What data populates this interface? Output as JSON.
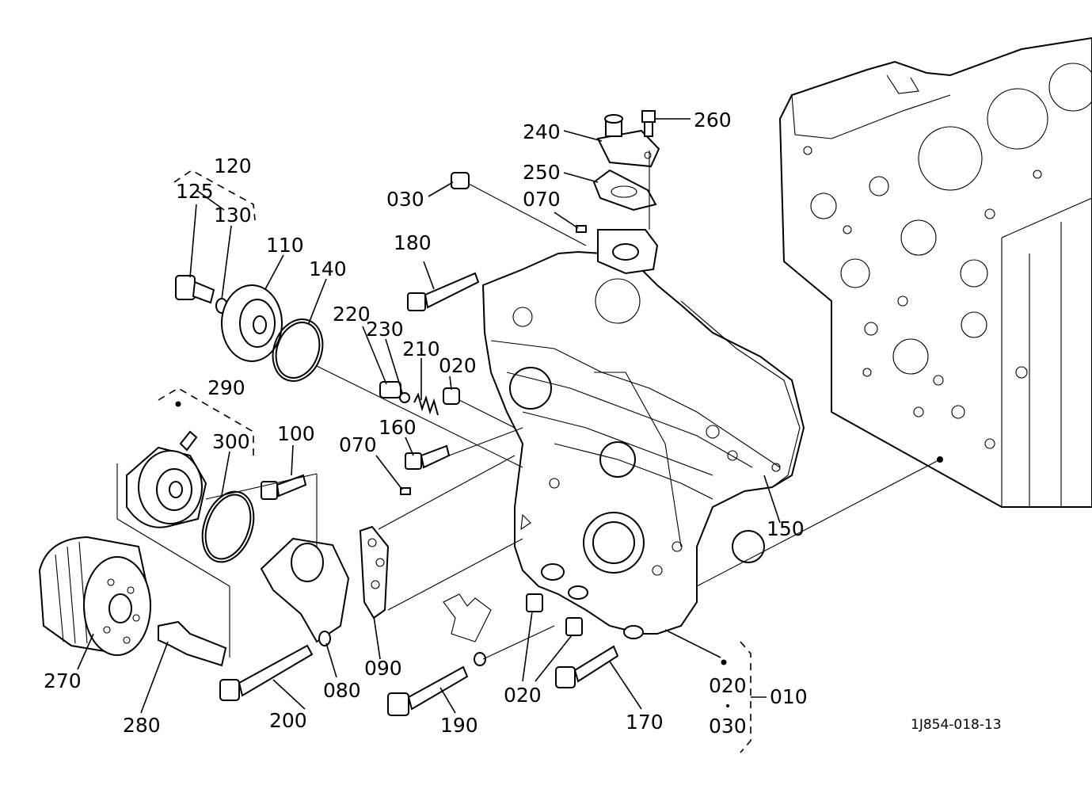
{
  "diagram": {
    "reference_code": "1J854-018-13",
    "labels": {
      "p010": "010",
      "p020_a": "020",
      "p020_b": "020",
      "p020_c": "020",
      "p030_a": "030",
      "p030_b": "030",
      "p070_a": "070",
      "p070_b": "070",
      "p080": "080",
      "p090": "090",
      "p100": "100",
      "p110": "110",
      "p120": "120",
      "p125": "125",
      "p130": "130",
      "p140": "140",
      "p150": "150",
      "p160": "160",
      "p170": "170",
      "p180": "180",
      "p190": "190",
      "p200": "200",
      "p210": "210",
      "p220": "220",
      "p230": "230",
      "p240": "240",
      "p250": "250",
      "p260": "260",
      "p270": "270",
      "p280": "280",
      "p290": "290",
      "p300": "300"
    }
  }
}
